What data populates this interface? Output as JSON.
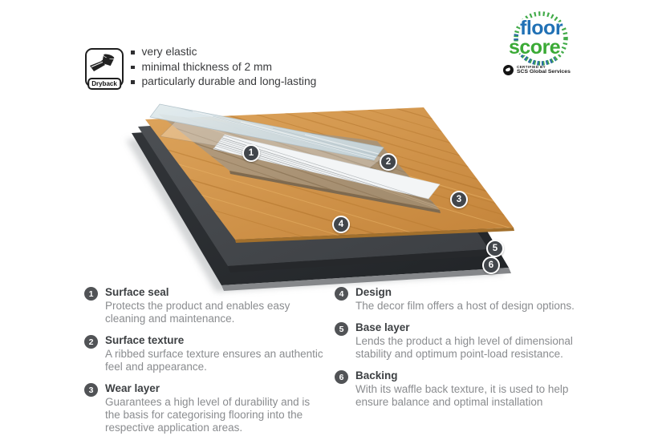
{
  "product": {
    "badge_label": "Dryback",
    "features": [
      "very elastic",
      "minimal thickness of 2 mm",
      "particularly durable and long-lasting"
    ]
  },
  "logo": {
    "line1": "floor",
    "line2": "score",
    "certified_by": "CERTIFIED BY",
    "certifier": "SCS Global Services",
    "colors": {
      "floor": "#2171b5",
      "score": "#3aaa35"
    }
  },
  "diagram": {
    "markers": [
      {
        "number": "1"
      },
      {
        "number": "2"
      },
      {
        "number": "3"
      },
      {
        "number": "4"
      },
      {
        "number": "5"
      },
      {
        "number": "6"
      }
    ],
    "layer_colors": {
      "surface_texture_sheet": "#d4e0e5",
      "wear_layer_sheet": "#f3f5f6",
      "design_layer_orange": "#cd9048",
      "decor_plank": "#b09878",
      "base_layer_grey": "#47494d",
      "backing_dark": "#2a2d30"
    }
  },
  "legend": {
    "left": [
      {
        "number": "1",
        "title": "Surface seal",
        "description": "Protects the product and enables easy cleaning and maintenance."
      },
      {
        "number": "2",
        "title": "Surface texture",
        "description": "A ribbed surface texture ensures an authentic feel and appearance."
      },
      {
        "number": "3",
        "title": "Wear layer",
        "description": "Guarantees a high level of durability and is the basis for categorising flooring into the respective application areas."
      }
    ],
    "right": [
      {
        "number": "4",
        "title": "Design",
        "description": "The decor film offers a host of design options."
      },
      {
        "number": "5",
        "title": "Base layer",
        "description": "Lends the product a high level of dimensional stability and optimum point-load resistance."
      },
      {
        "number": "6",
        "title": "Backing",
        "description": "With its waffle back texture, it is used to help ensure balance and optimal installation"
      }
    ]
  }
}
